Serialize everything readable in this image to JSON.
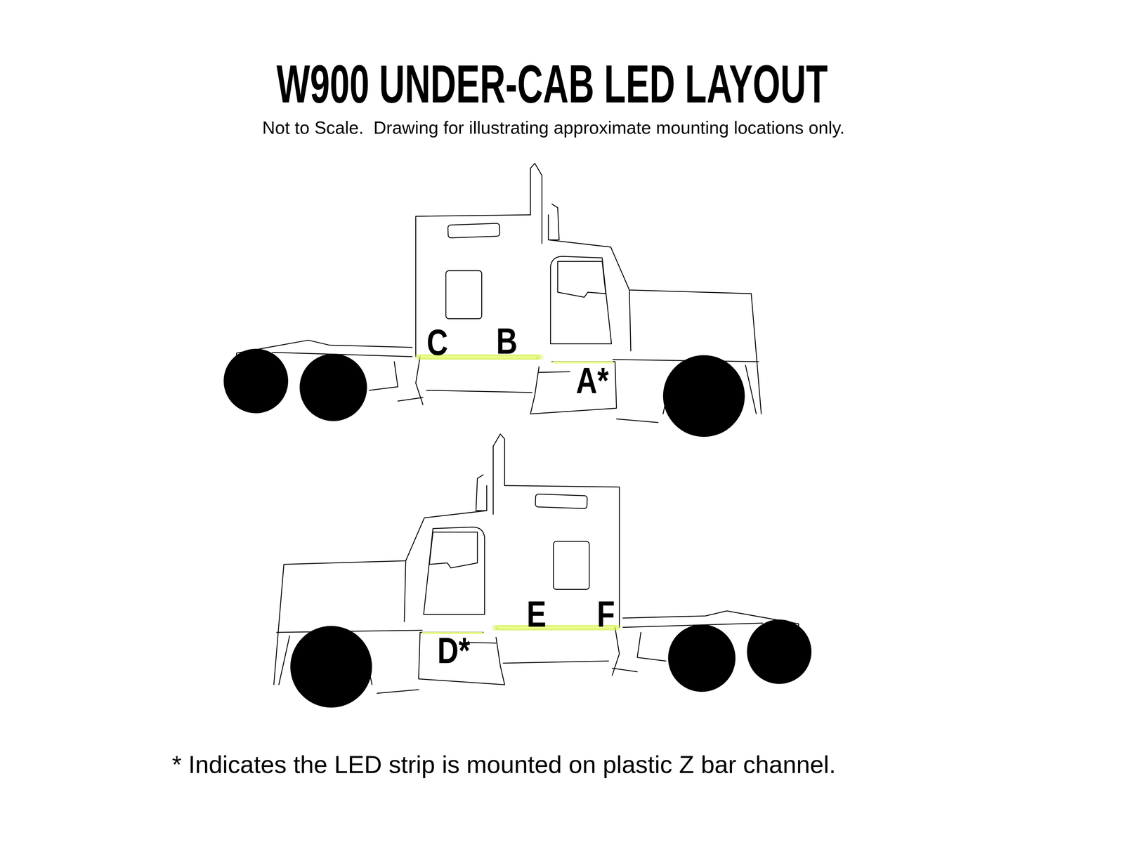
{
  "diagram": {
    "title": "W900 UNDER-CAB LED LAYOUT",
    "labels": [
      "Not to Scale.  Drawing for illustrating approximate mounting locations only.",
      "C",
      "B",
      "A*",
      "E",
      "F",
      "D*",
      "* Indicates the LED strip is mounted on plastic Z bar channel."
    ]
  }
}
